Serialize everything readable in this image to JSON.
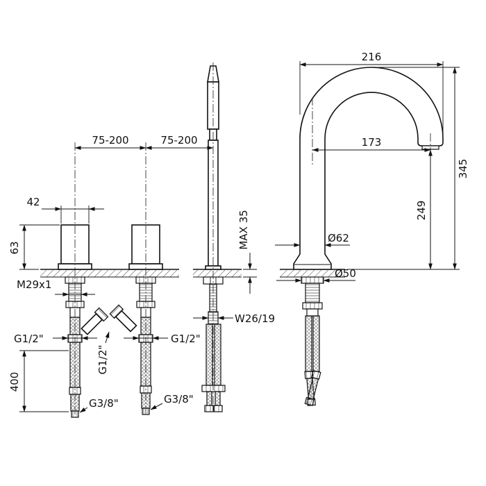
{
  "colors": {
    "background": "#ffffff",
    "line": "#111111"
  },
  "dimensions": {
    "reach_216": "216",
    "reach_173": "173",
    "height_345": "345",
    "height_249": "249",
    "spacing_left": "75-200",
    "spacing_right": "75-200",
    "handle_width_42": "42",
    "handle_height_63": "63",
    "hose_length_400": "400",
    "max_thickness": "MAX 35",
    "thread_m29": "M29x1",
    "thread_g12_left": "G1/2\"",
    "thread_g12_mid": "G1/2\"",
    "thread_g12_right": "G1/2\"",
    "thread_g38_left": "G3/8\"",
    "thread_g38_right": "G3/8\"",
    "thread_w2619": "W26/19",
    "dia_62": "Ø62",
    "dia_50": "Ø50"
  }
}
